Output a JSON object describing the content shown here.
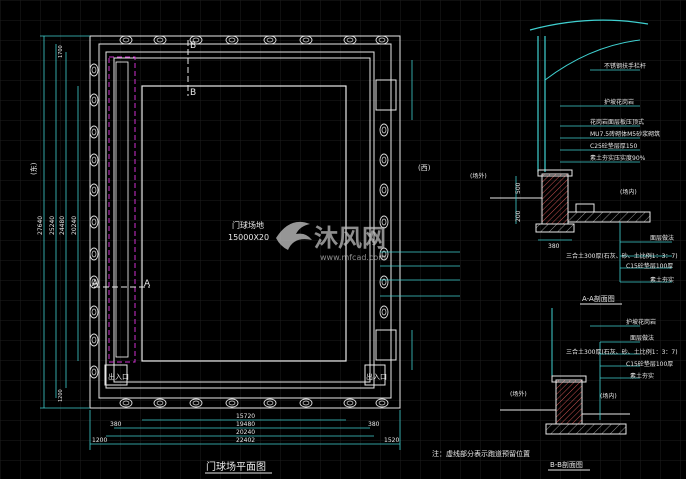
{
  "plan": {
    "title": "门球场平面图",
    "field_label_1": "门球场地",
    "field_label_2": "15000X20",
    "side_left": "(东)",
    "side_right": "(西)",
    "section_mark_a": "A",
    "section_mark_b": "B",
    "gate_left": "出入口",
    "gate_right": "出入口",
    "dims_bottom": [
      "15720",
      "19480",
      "20240",
      "22402"
    ],
    "dims_bottom_small": [
      "1200",
      "1520",
      "380",
      "380"
    ],
    "dims_left": [
      "27640",
      "25240",
      "24480",
      "20240"
    ],
    "dims_left_small": [
      "1700",
      "1200"
    ],
    "note": "注：虚线部分表示跑道预留位置"
  },
  "section_a": {
    "title": "A-A剖面图",
    "callouts": [
      "不锈钢扶手栏杆",
      "护坡花岗岩",
      "花岗岩面层板压顶式",
      "MU7.5砖砌体M5砂浆砌筑",
      "C25砼垫层厚150",
      "素土夯实压实度90%"
    ],
    "side": "(场外)",
    "inner": "(场内)",
    "right_callouts": [
      "面层做法",
      "三合土300厚(石灰、砂、土比例1：3：7)",
      "C15砼垫层100厚",
      "素土夯实"
    ],
    "dims": [
      "380",
      "500",
      "200"
    ]
  },
  "section_b": {
    "title": "B-B剖面图",
    "callouts": [
      "护坡花岗岩",
      "面层做法",
      "三合土300厚(石灰、砂、土比例1：3：7)",
      "C15砼垫层100厚",
      "素土夯实"
    ],
    "side": "(场外)",
    "inner": "(场内)"
  },
  "watermark": {
    "brand": "沐风网",
    "url": "www.mfcad.com"
  }
}
